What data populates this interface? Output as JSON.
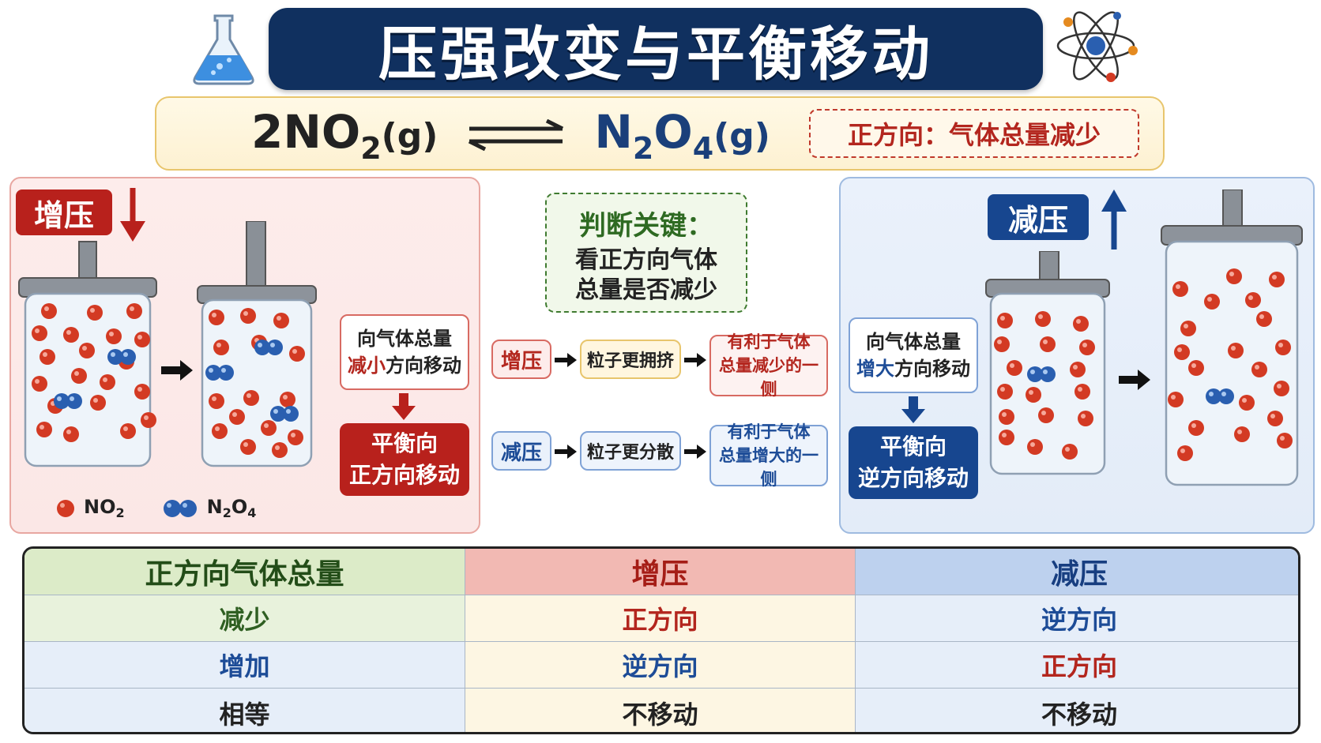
{
  "title": "压强改变与平衡移动",
  "equation": {
    "lhs_coef": "2NO",
    "lhs_sub": "2",
    "lhs_state": "(g)",
    "rhs_n": "N",
    "rhs_n_sub": "2",
    "rhs_o": "O",
    "rhs_o_sub": "4",
    "rhs_state": "(g)",
    "note": "正方向：气体总量减少"
  },
  "left_panel": {
    "tag": "增压",
    "move_line1": "向气体总量",
    "move_line2_highlight": "减小",
    "move_line2_rest": "方向移动",
    "result_line1": "平衡向",
    "result_line2": "正方向移动",
    "legend_no2_text": "NO",
    "legend_no2_sub": "2",
    "legend_n2o4_n": "N",
    "legend_n2o4_n_sub": "2",
    "legend_n2o4_o": "O",
    "legend_n2o4_o_sub": "4"
  },
  "right_panel": {
    "tag": "减压",
    "move_line1": "向气体总量",
    "move_line2_highlight": "增大",
    "move_line2_rest": "方向移动",
    "result_line1": "平衡向",
    "result_line2": "逆方向移动"
  },
  "key": {
    "title": "判断关键：",
    "line1": "看正方向气体",
    "line2": "总量是否减少"
  },
  "flow": {
    "row1": {
      "start": "增压",
      "mid": "粒子更拥挤",
      "end_line1": "有利于气体",
      "end_line2": "总量减少的一侧"
    },
    "row2": {
      "start": "减压",
      "mid": "粒子更分散",
      "end_line1": "有利于气体",
      "end_line2": "总量增大的一侧"
    }
  },
  "table": {
    "headers": [
      "正方向气体总量",
      "增压",
      "减压"
    ],
    "rows": [
      [
        "减少",
        "正方向",
        "逆方向"
      ],
      [
        "增加",
        "逆方向",
        "正方向"
      ],
      [
        "相等",
        "不移动",
        "不移动"
      ]
    ]
  },
  "colors": {
    "navy": "#10305f",
    "red": "#b8211c",
    "blue": "#17468f",
    "green": "#2e6a22",
    "no2_ball": "#d33a23",
    "n2o4_ball": "#2a5fb0"
  }
}
